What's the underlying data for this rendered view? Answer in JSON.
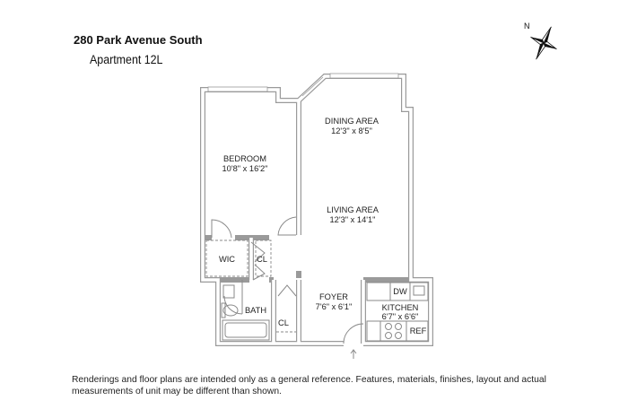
{
  "header": {
    "address": "280 Park Avenue South",
    "unit": "Apartment 12L"
  },
  "compass": {
    "label": "N",
    "icon": "compass-rose-icon"
  },
  "rooms": {
    "dining": {
      "name": "DINING AREA",
      "size": "12'3\" x 8'5\""
    },
    "bedroom": {
      "name": "BEDROOM",
      "size": "10'8\" x 16'2\""
    },
    "living": {
      "name": "LIVING AREA",
      "size": "12'3\" x 14'1\""
    },
    "wic": {
      "name": "WIC"
    },
    "closet1": {
      "name": "CL"
    },
    "closet2": {
      "name": "CL"
    },
    "foyer": {
      "name": "FOYER",
      "size": "7'6\" x 6'1\""
    },
    "bath": {
      "name": "BATH"
    },
    "kitchen": {
      "name": "KITCHEN",
      "size": "6'7\" x 6'6\""
    },
    "dw": "DW",
    "ref": "REF"
  },
  "footer": {
    "disclaimer": "Renderings and floor plans are intended only as a general reference. Features, materials, finishes, layout and actual measurements of unit may be different than shown."
  }
}
